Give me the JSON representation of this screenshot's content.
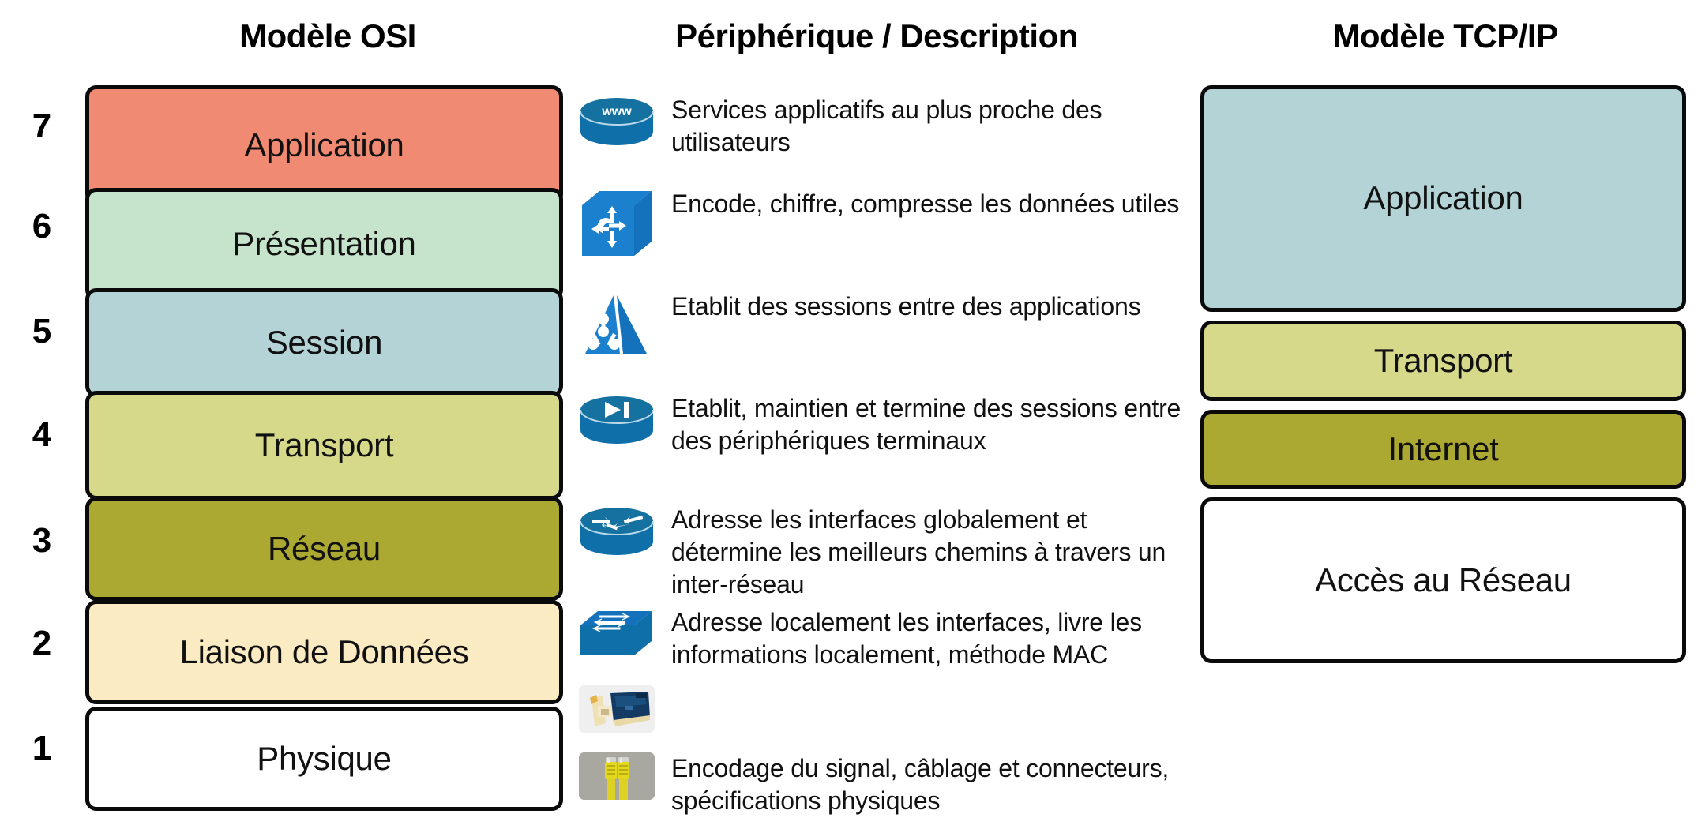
{
  "headers": {
    "osi": "Modèle OSI",
    "device": "Périphérique / Description",
    "tcpip": "Modèle TCP/IP"
  },
  "colors": {
    "application": "#F08A72",
    "presentation": "#C6E4CC",
    "session": "#B4D3D6",
    "transport": "#D6D98A",
    "network": "#ABA931",
    "datalink": "#FAEBC3",
    "physical": "#FFFFFF",
    "border": "#0A0A0A",
    "icon_blue": "#0F6FA8",
    "icon_blue_light": "#1B80CE"
  },
  "osi_layers": [
    {
      "number": "7",
      "label": "Application",
      "color_key": "application"
    },
    {
      "number": "6",
      "label": "Présentation",
      "color_key": "presentation"
    },
    {
      "number": "5",
      "label": "Session",
      "color_key": "session"
    },
    {
      "number": "4",
      "label": "Transport",
      "color_key": "transport"
    },
    {
      "number": "3",
      "label": "Réseau",
      "color_key": "network"
    },
    {
      "number": "2",
      "label": "Liaison de Données",
      "color_key": "datalink"
    },
    {
      "number": "1",
      "label": "Physique",
      "color_key": "physical"
    }
  ],
  "devices": [
    {
      "icon": "www-server-icon",
      "icon_label": "www",
      "description": "Services applicatifs au plus proche des utilisateurs"
    },
    {
      "icon": "multilayer-switch-cube-icon",
      "icon_label": "",
      "description": "Encode, chiffre, compresse les données utiles"
    },
    {
      "icon": "session-wedge-icon",
      "icon_label": "",
      "description": "Etablit des sessions entre des applications"
    },
    {
      "icon": "firewall-cylinder-icon",
      "icon_label": "",
      "description": "Etablit, maintien et termine des sessions entre des périphériques terminaux"
    },
    {
      "icon": "router-icon",
      "icon_label": "",
      "description": "Adresse les interfaces globalement et détermine les meilleurs chemins à travers un inter-réseau"
    },
    {
      "icon": "switch-icon",
      "icon_label": "",
      "description": "Adresse localement les interfaces, livre les informations localement, méthode MAC"
    },
    {
      "icon": "network-interface-card-photo",
      "icon_label": "",
      "description": ""
    },
    {
      "icon": "ethernet-cable-photo",
      "icon_label": "",
      "description": "Encodage du signal, câblage et connecteurs, spécifications physiques"
    }
  ],
  "tcpip_layers": [
    {
      "label": "Application",
      "color_key": "session"
    },
    {
      "label": "Transport",
      "color_key": "transport"
    },
    {
      "label": "Internet",
      "color_key": "network"
    },
    {
      "label": "Accès au Réseau",
      "color_key": "physical"
    }
  ]
}
